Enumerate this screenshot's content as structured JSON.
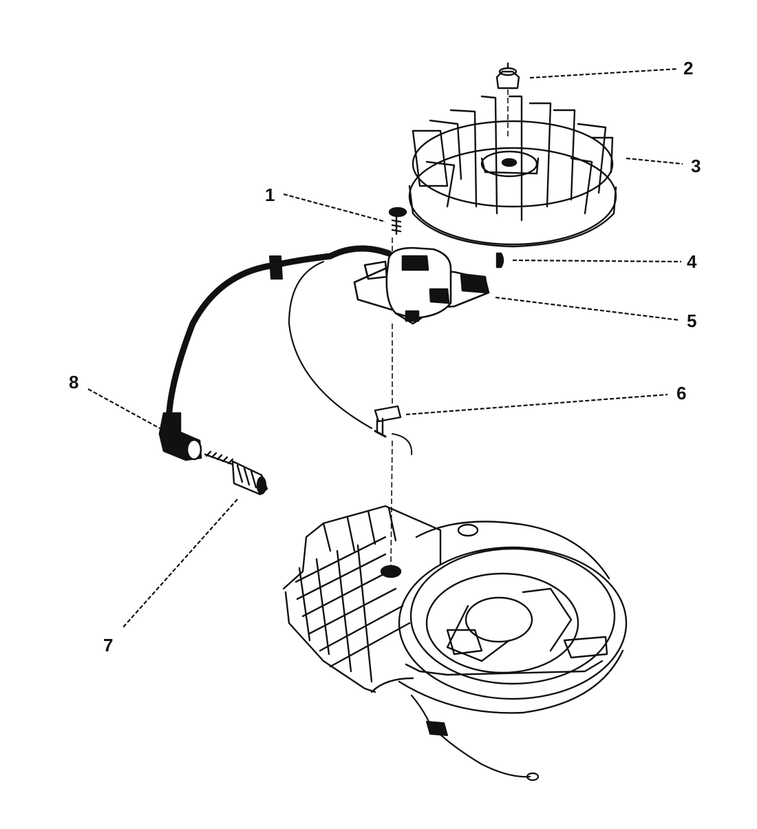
{
  "callouts": {
    "c1": "1",
    "c2": "2",
    "c3": "3",
    "c4": "4",
    "c5": "5",
    "c6": "6",
    "c7": "7",
    "c8": "8"
  },
  "parts": {
    "p2": "nut-icon",
    "p3": "flywheel-icon",
    "p1": "screw-icon",
    "p4": "key-icon",
    "p5": "ignition-coil-icon",
    "p6": "clip-icon",
    "p8": "spark-plug-boot-icon",
    "p7": "spark-plug-icon",
    "engine": "engine-crankcase-icon"
  },
  "colors": {
    "ink": "#111111",
    "paper": "#ffffff"
  }
}
